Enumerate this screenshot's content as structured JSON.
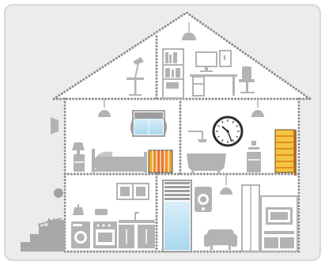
{
  "scene": {
    "colors": {
      "frame_bg": "#ececec",
      "frame_border": "#cfcfcf",
      "house_bg": "#ffffff",
      "wall_dots": "#8e8e8e",
      "furniture": "#b3b3b3",
      "furniture_dark": "#9d9d9d",
      "window_glass": "#bfe3f4",
      "radiator_warm": "#f2b22e",
      "radiator_hot": "#e0742a",
      "towel_warmer": "#f4c542",
      "clock_face": "#ffffff",
      "clock_border": "#2d2d2d"
    },
    "clock": {
      "hour": 10,
      "minute": 25
    },
    "rooms": [
      "attic-office",
      "bedroom",
      "bathroom",
      "kitchen",
      "living-room"
    ]
  }
}
